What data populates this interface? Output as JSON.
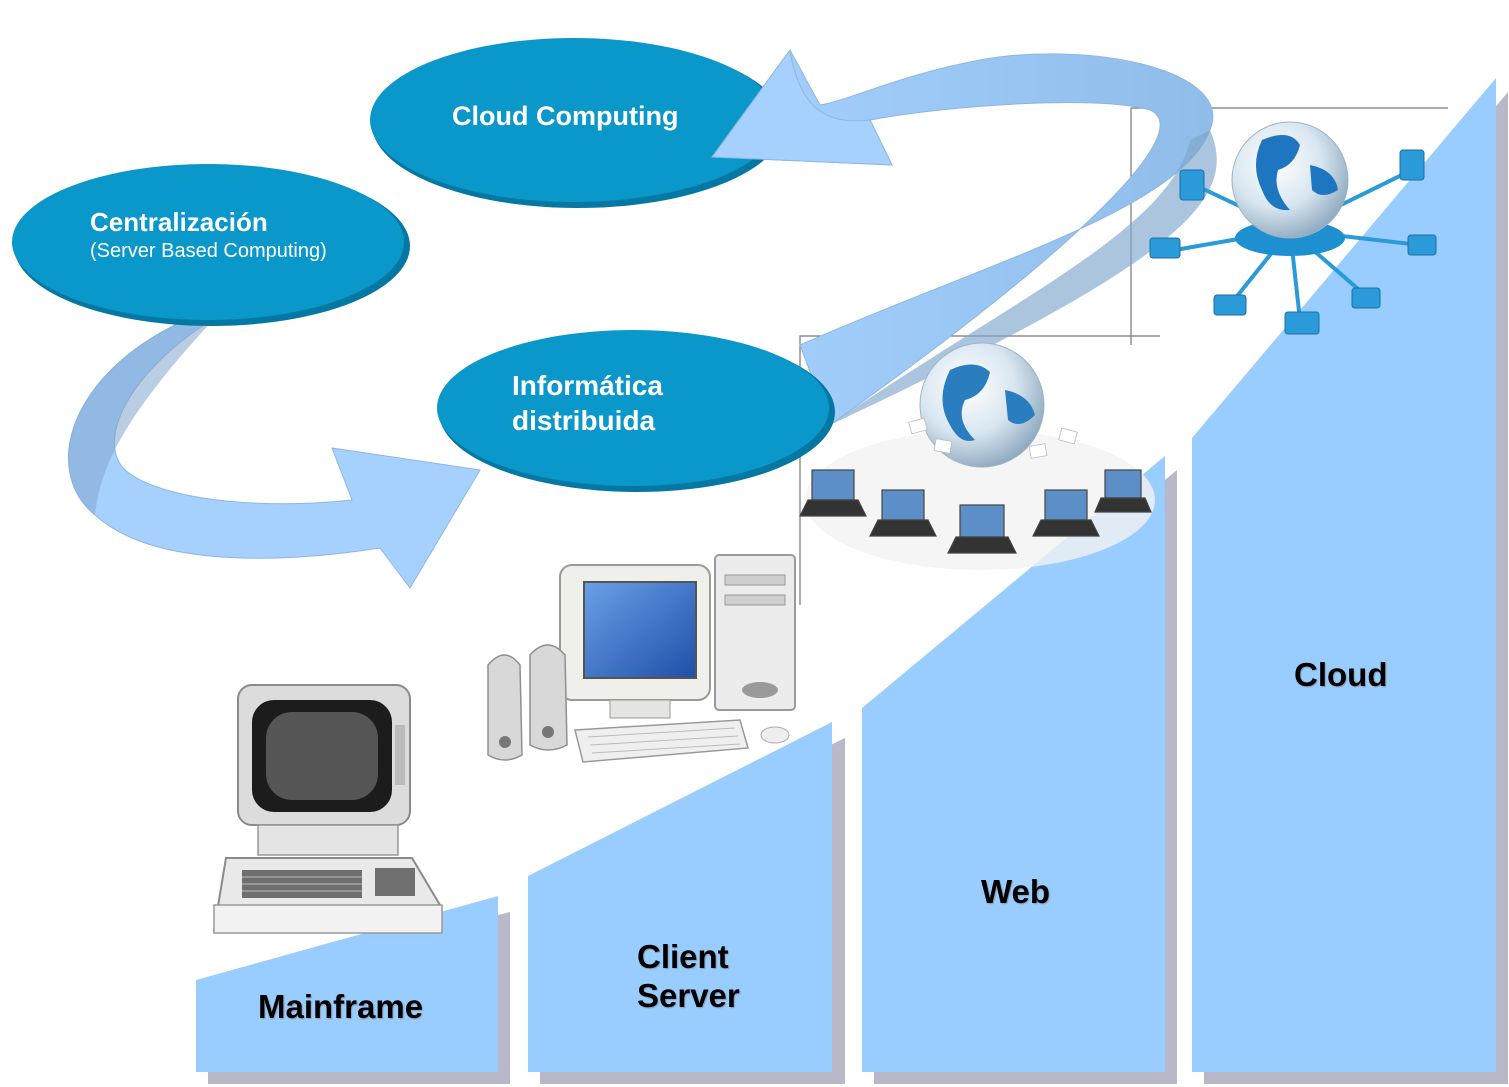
{
  "stages": [
    {
      "id": "mainframe",
      "label": "Mainframe"
    },
    {
      "id": "client-server",
      "label_lines": [
        "Client",
        "Server"
      ]
    },
    {
      "id": "web",
      "label": "Web"
    },
    {
      "id": "cloud",
      "label": "Cloud"
    }
  ],
  "cycle": {
    "centralizacion": {
      "title": "Centralización",
      "subtitle": "(Server Based Computing)"
    },
    "informatica": {
      "title_lines": [
        "Informática",
        "distribuida"
      ]
    },
    "cloud_computing": {
      "title": "Cloud Computing"
    }
  },
  "colors": {
    "step_fill": "#99ccff",
    "step_shadow": "#b8b8c8",
    "oval_fill": "#0a97c9",
    "oval_dark": "#0577a3",
    "arrow_fill": "#a6d1ff",
    "arrow_shade": "#7fa6cc"
  },
  "icons": [
    "mainframe-terminal-icon",
    "desktop-pc-icon",
    "web-globe-network-icon",
    "cloud-globe-network-icon"
  ]
}
